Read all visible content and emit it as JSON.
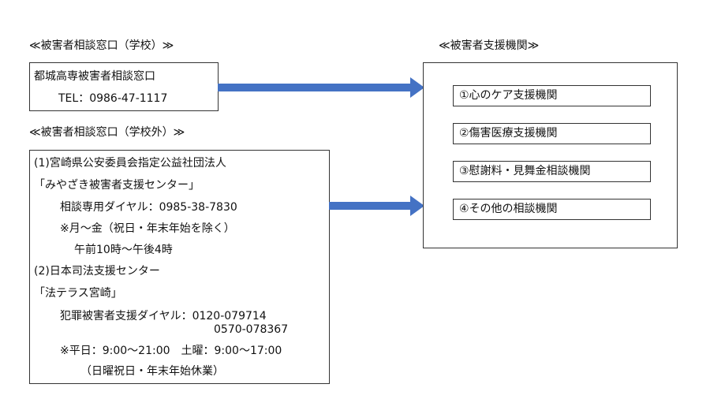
{
  "school_section": {
    "heading": "≪被害者相談窓口（学校）≫",
    "lines": [
      "都城高専被害者相談窓口",
      "TEL：0986-47-1117"
    ]
  },
  "external_section": {
    "heading": "≪被害者相談窓口（学校外）≫",
    "lines": [
      "(1)宮崎県公安委員会指定公益社団法人",
      "「みやざき被害者支援センター」",
      "相談専用ダイヤル：0985-38-7830",
      "※月～金（祝日・年末年始を除く）",
      "午前10時～午後4時",
      "(2)日本司法支援センター",
      "「法テラス宮崎」",
      "犯罪被害者支援ダイヤル：0120-079714",
      "0570-078367",
      "※平日：9:00～21:00　土曜：9:00～17:00",
      "（日曜祝日・年末年始休業）"
    ]
  },
  "support_section": {
    "heading": "≪被害者支援機関≫",
    "agencies": [
      "①心のケア支援機関",
      "②傷害医療支援機関",
      "③慰謝料・見舞金相談機関",
      "④その他の相談機関"
    ]
  },
  "colors": {
    "arrow": "#4472C4",
    "border": "#333333",
    "text": "#111111"
  }
}
